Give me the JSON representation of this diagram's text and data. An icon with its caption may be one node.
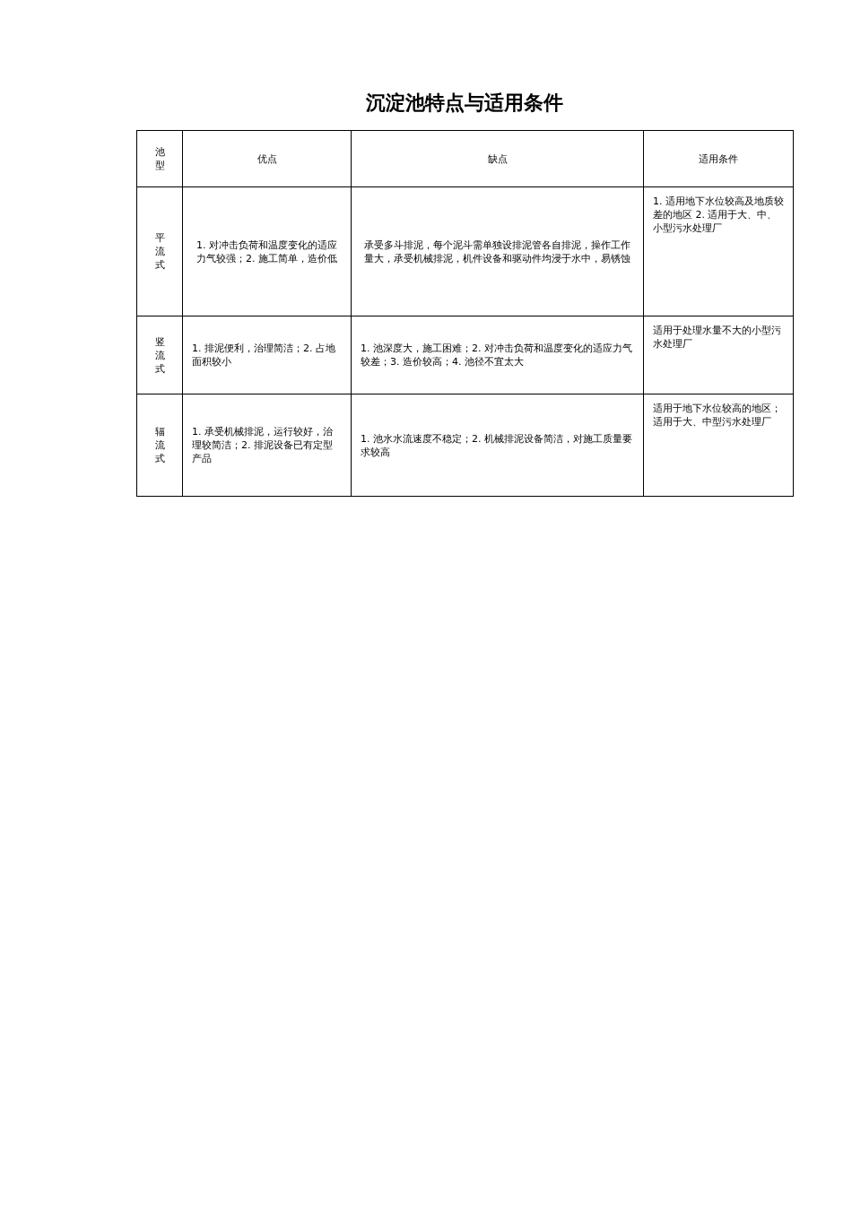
{
  "diagram": {
    "title": "沉淀池特点与适用条件",
    "labels": [
      "池型",
      "优点",
      "缺点",
      "适用条件",
      "平流式",
      "1. 对冲击负荷和温度变化的适应力气较强；2. 施工简单，造价低",
      "承受多斗排泥，每个泥斗需单独设排泥管各自排泥，操作工作量大，承受机械排泥，机件设备和驱动件均浸于水中，易锈蚀",
      "1. 适用地下水位较高及地质较差的地区 2. 适用于大、中、小型污水处理厂",
      "竖流式",
      "1. 排泥便利，治理简洁；2. 占地面积较小",
      "1. 池深度大，施工困难；2. 对冲击负荷和温度变化的适应力气较差；3. 造价较高；4. 池径不宜太大",
      "适用于处理水量不大的小型污水处理厂",
      "辐流式",
      "1. 承受机械排泥，运行较好，治理较简洁；2. 排泥设备已有定型产品",
      "1. 池水水流速度不稳定；2. 机械排泥设备简洁，对施工质量要求较高",
      "适用于地下水位较高的地区；适用于大、中型污水处理厂"
    ]
  }
}
